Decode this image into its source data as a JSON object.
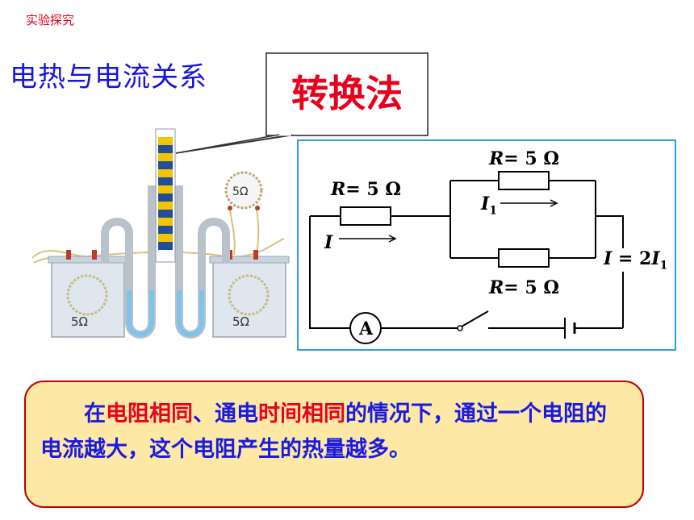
{
  "header": {
    "section_label": "实验探究",
    "title": "电热与电流关系"
  },
  "callout": {
    "method": "转换法"
  },
  "apparatus": {
    "left_resistor": "5Ω",
    "right_resistor": "5Ω",
    "top_resistor": "5Ω"
  },
  "circuit": {
    "r_top": "= 5 Ω",
    "r_left": "= 5 Ω",
    "r_bottom": "= 5 Ω",
    "r_symbol": "R",
    "i1_symbol": "I",
    "i1_sub": "1",
    "i_symbol": "I",
    "total_eq_prefix": "I",
    "total_eq_mid": " = 2",
    "total_eq_I": "I",
    "total_eq_sub": "1",
    "ammeter": "A"
  },
  "note": {
    "p1": "在",
    "p2": "电阻相同",
    "p3": "、通电",
    "p4": "时间相同",
    "p5": "的情况下，通过一个电阻的电流越大，这个电阻产生的热量越多。"
  }
}
